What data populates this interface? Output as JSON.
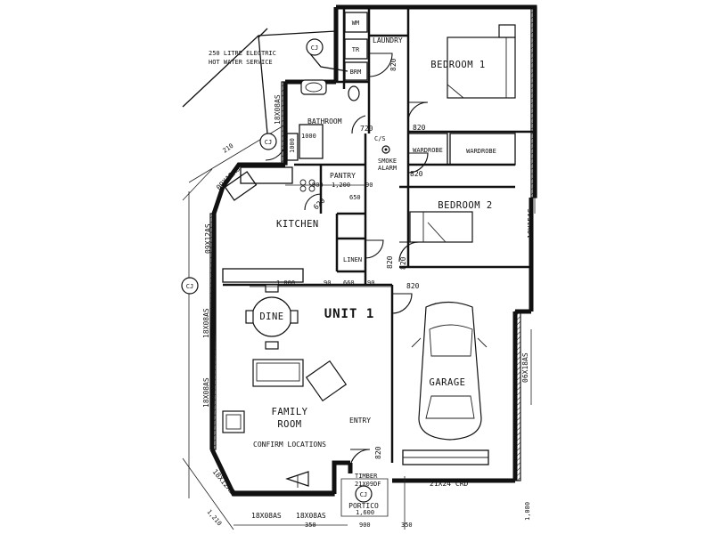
{
  "plan": {
    "unit_title": "UNIT 1",
    "rooms": {
      "bedroom1": "BEDROOM 1",
      "bedroom2": "BEDROOM 2",
      "laundry": "LAUNDRY",
      "bathroom": "BATHROOM",
      "pantry": "PANTRY",
      "kitchen": "KITCHEN",
      "linen": "LINEN",
      "dine": "DINE",
      "family_line1": "FAMILY",
      "family_line2": "ROOM",
      "entry": "ENTRY",
      "garage": "GARAGE",
      "portico": "PORTICO",
      "wardrobe_a": "WARDROBE",
      "wardrobe_b": "WARDROBE",
      "wm": "WM",
      "tr": "TR",
      "brm": "BRM"
    },
    "notes": {
      "hws_line1": "250 LITRE ELECTRIC",
      "hws_line2": "HOT WATER SERVICE",
      "cs": "C/S",
      "smoke_line1": "SMOKE",
      "smoke_line2": "ALARM",
      "confirm": "CONFIRM LOCATIONS",
      "timber_line1": "TIMBER",
      "timber_line2": "21X09DF",
      "crd": "21X24 CRD"
    },
    "cj_label": "CJ",
    "door_widths": {
      "laundry_door": "820",
      "bed1_door": "820",
      "hall_door": "720",
      "wardrobe_door": "820",
      "linen_door": "820",
      "bed2_door": "820",
      "garage_door": "820",
      "entry_door": "820",
      "pantry_door": "620"
    },
    "dimensions": {
      "d1000a": "1000",
      "d1000b": "1000",
      "d900": "900",
      "d1200": "1,200",
      "d90a": "90",
      "d650": "650",
      "d1000c": "1,000",
      "d90b": "90",
      "d660": "660",
      "d90c": "90",
      "d1600": "1,600",
      "d350": "350",
      "d900b": "900",
      "d350b": "350",
      "d1210": "1,210",
      "d210": "210",
      "d1080": "1,080"
    },
    "window_specs": {
      "w_18x08as_top": "18X08AS",
      "w_09x12as_top": "09X12AS",
      "w_09x12as_left": "09X12AS",
      "w_18x08as_left": "18X08AS",
      "w_18x08as_lower": "18X08AS",
      "w_18x12as": "18X12AS",
      "w_18x08as_bottom1": "18X08AS",
      "w_18x08as_bottom2": "18X08AS",
      "w_18x15as": "18X15AS",
      "w_06x18as": "06X18AS"
    }
  }
}
